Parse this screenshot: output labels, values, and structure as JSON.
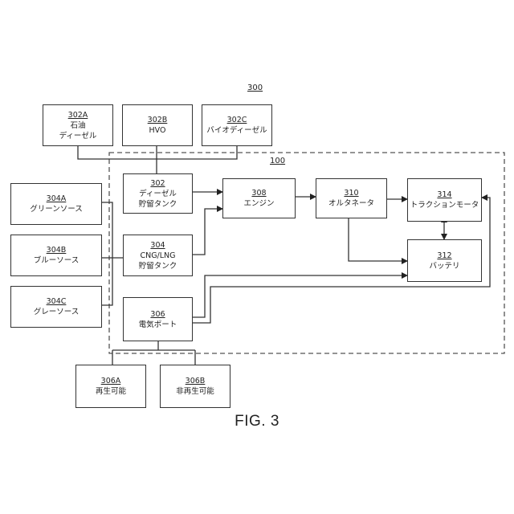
{
  "diagram": {
    "label_300": "300",
    "label_100": "100",
    "figure_caption": "FIG. 3",
    "nodes": {
      "n302A": {
        "ref": "302A",
        "lines": [
          "石油",
          "ディーゼル"
        ]
      },
      "n302B": {
        "ref": "302B",
        "lines": [
          "HVO"
        ]
      },
      "n302C": {
        "ref": "302C",
        "lines": [
          "バイオディーゼル"
        ]
      },
      "n302": {
        "ref": "302",
        "lines": [
          "ディーゼル",
          "貯留タンク"
        ]
      },
      "n304A": {
        "ref": "304A",
        "lines": [
          "グリーンソース"
        ]
      },
      "n304B": {
        "ref": "304B",
        "lines": [
          "ブルーソース"
        ]
      },
      "n304C": {
        "ref": "304C",
        "lines": [
          "グレーソース"
        ]
      },
      "n304": {
        "ref": "304",
        "lines": [
          "CNG/LNG",
          "貯留タンク"
        ]
      },
      "n306": {
        "ref": "306",
        "lines": [
          "電気ポート"
        ]
      },
      "n306A": {
        "ref": "306A",
        "lines": [
          "再生可能"
        ]
      },
      "n306B": {
        "ref": "306B",
        "lines": [
          "非再生可能"
        ]
      },
      "n308": {
        "ref": "308",
        "lines": [
          "エンジン"
        ]
      },
      "n310": {
        "ref": "310",
        "lines": [
          "オルタネータ"
        ]
      },
      "n314": {
        "ref": "314",
        "lines": [
          "トラクションモータ"
        ]
      },
      "n312": {
        "ref": "312",
        "lines": [
          "バッテリ"
        ]
      }
    }
  }
}
